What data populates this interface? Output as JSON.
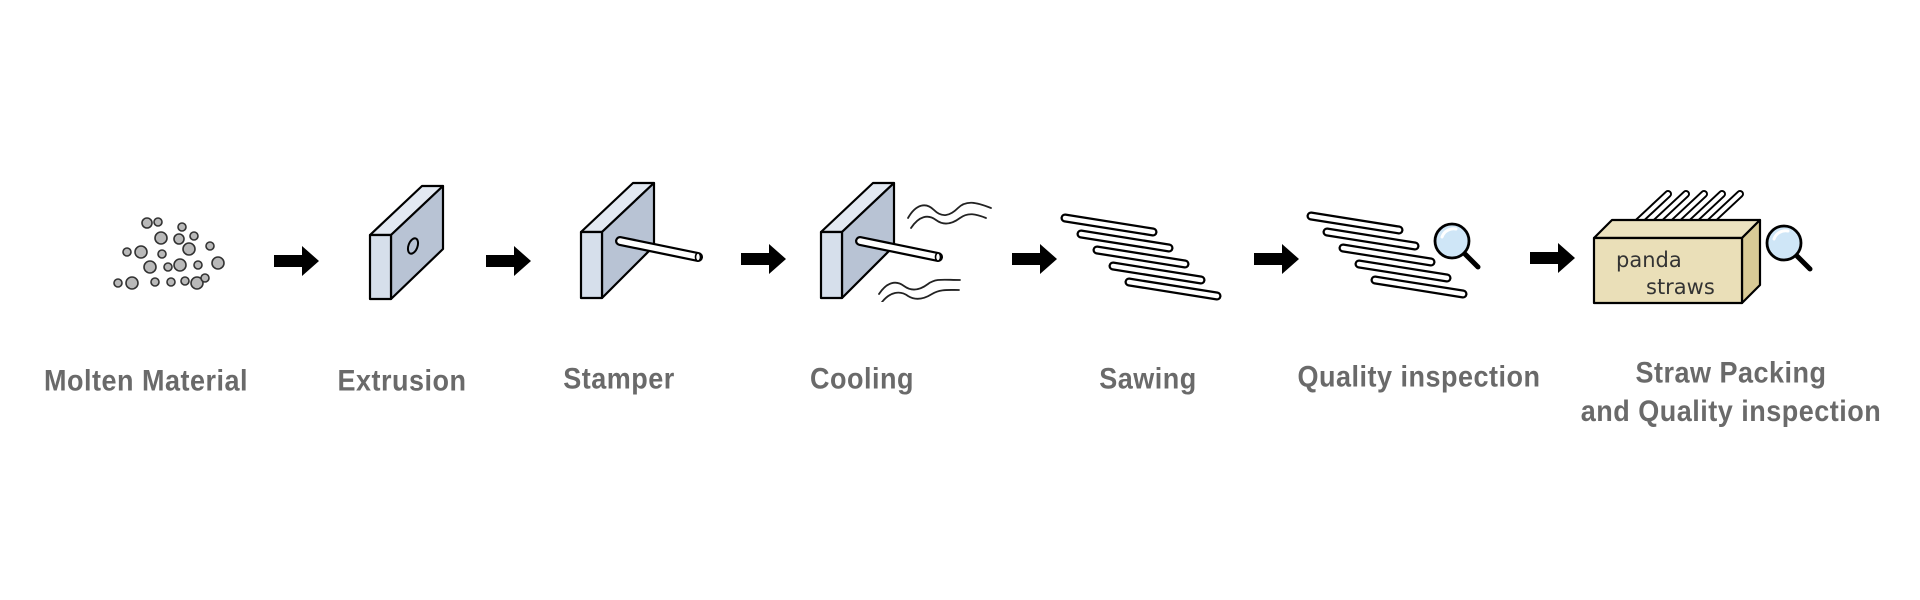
{
  "steps": [
    {
      "label": "Molten Material"
    },
    {
      "label": "Extrusion"
    },
    {
      "label": "Stamper"
    },
    {
      "label": "Cooling"
    },
    {
      "label": "Sawing"
    },
    {
      "label": "Quality inspection"
    },
    {
      "label_line1": "Straw Packing",
      "label_line2": "and Quality inspection"
    }
  ],
  "box_text": {
    "line1": "panda",
    "line2": "straws"
  },
  "colors": {
    "label": "#6a6a6a",
    "panel_face": "#c9d3e2",
    "panel_side": "#a8b3c5",
    "box_face": "#eadfb8",
    "box_side": "#d9cb98",
    "lens": "#cfe6f7",
    "arrow": "#000000"
  }
}
